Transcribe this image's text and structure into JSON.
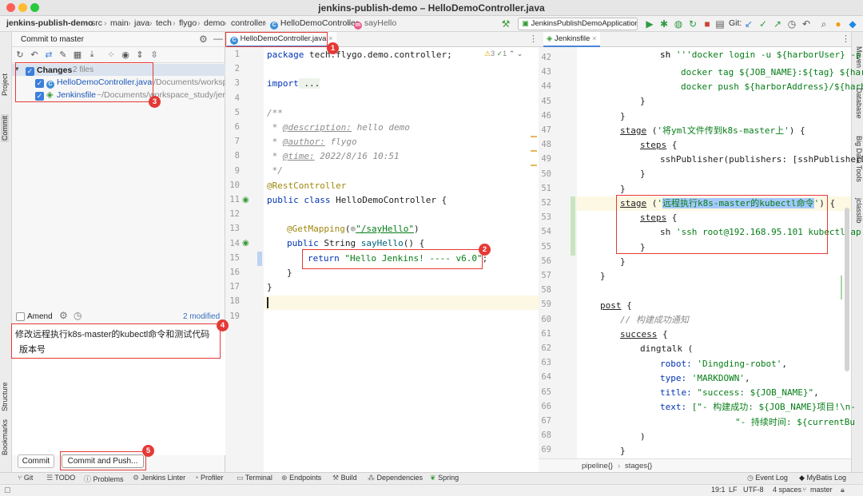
{
  "window": {
    "title": "jenkins-publish-demo – HelloDemoController.java"
  },
  "nav": {
    "project": "jenkins-publish-demo",
    "crumbs": [
      "src",
      "main",
      "java",
      "tech",
      "flygo",
      "demo",
      "controller"
    ],
    "class_crumb": "HelloDemoController",
    "method_crumb": "sayHello",
    "run_config": "JenkinsPublishDemoApplication",
    "git_label": "Git:"
  },
  "left_stripe": {
    "project": "Project",
    "commit": "Commit",
    "structure": "Structure",
    "bookmarks": "Bookmarks"
  },
  "right_stripe": {
    "maven": "Maven",
    "database": "Database",
    "bigdata": "Big Data Tools",
    "jclasslib": "jclasslib"
  },
  "commit_panel": {
    "tab": "Commit to master",
    "changes_label": "Changes",
    "changes_count": "2 files",
    "files": [
      {
        "name": "HelloDemoController.java",
        "path": "~/Documents/workspa"
      },
      {
        "name": "Jenkinsfile",
        "path": "~/Documents/workspace_study/jenk"
      }
    ],
    "amend_label": "Amend",
    "modified": "2 modified",
    "message_line1": "修改远程执行k8s-master的kubectl命令和测试代码",
    "message_line2": "版本号",
    "commit_button": "Commit",
    "commit_push_button": "Commit and Push..."
  },
  "badges": [
    "1",
    "2",
    "3",
    "4",
    "5"
  ],
  "editor_left": {
    "tab": "HelloDemoController.java",
    "warnings": "3",
    "checks": "1",
    "line_numbers": [
      "1",
      "2",
      "3",
      "4",
      "5",
      "6",
      "7",
      "8",
      "9",
      "10",
      "11",
      "12",
      "13",
      "14",
      "15",
      "16",
      "17",
      "18",
      "19"
    ],
    "lines": {
      "l1_kw": "package",
      "l1_rest": " tech.flygo.demo.controller;",
      "l3_kw": "import",
      "l3_rest": " ...",
      "l5": "/**",
      "l6_pre": " * ",
      "l6_tag": "@description:",
      "l6_rest": " hello demo",
      "l7_pre": " * ",
      "l7_tag": "@author:",
      "l7_rest": " flygo",
      "l8_pre": " * ",
      "l8_tag": "@time:",
      "l8_rest": " 2022/8/16 10:51",
      "l9": " */",
      "l10": "@RestController",
      "l11_kw": "public class",
      "l11_rest": " HelloDemoController {",
      "l13_an": "@GetMapping",
      "l13_paren": "(",
      "l13_str": "\"/sayHello\"",
      "l13_end": ")",
      "l14_kw": "public",
      "l14_mid": " String ",
      "l14_fn": "sayHello",
      "l14_end": "() {",
      "l15_kw": "return",
      "l15_str": " \"Hello Jenkins! ---- v6.0\"",
      "l15_end": ";",
      "l16": "}",
      "l17": "}"
    }
  },
  "editor_right": {
    "tab": "Jenkinsfile",
    "line_numbers": [
      "42",
      "43",
      "44",
      "45",
      "46",
      "47",
      "48",
      "49",
      "50",
      "51",
      "52",
      "53",
      "54",
      "55",
      "56",
      "57",
      "58",
      "59",
      "60",
      "61",
      "62",
      "63",
      "64",
      "65",
      "66",
      "67",
      "68",
      "69"
    ],
    "lines": {
      "l42_fn": "sh",
      "l42_str": " '''docker login -u ${harborUser} -p",
      "l43_str": "docker tag ${JOB_NAME}:${tag} ${har",
      "l44_str": "docker push ${harborAddress}/${harb",
      "l45": "}",
      "l46": "}",
      "l47_fn": "stage",
      "l47_pre": " (",
      "l47_str": "'将yml文件传到k8s-master上'",
      "l47_end": ") {",
      "l48_fn": "steps",
      "l48_end": " {",
      "l49_fn": "sshPublisher",
      "l49_rest": "(publishers: [sshPublisherD",
      "l50": "}",
      "l51": "}",
      "l52_fn": "stage",
      "l52_pre": " (",
      "l52_q1": "'",
      "l52_sel": "远程执行k8s-master的kubectl命令",
      "l52_q2": "'",
      "l52_end": ") {",
      "l53_fn": "steps",
      "l53_end": " {",
      "l54_fn": "sh",
      "l54_str": " 'ssh root@192.168.95.101 kubectl ap",
      "l55": "}",
      "l56": "}",
      "l57": "}",
      "l59_fn": "post",
      "l59_end": " {",
      "l60": "// 构建成功通知",
      "l61_fn": "success",
      "l61_end": " {",
      "l62_fn": "dingtalk",
      "l62_end": " (",
      "l63_k": "robot:",
      "l63_v": " 'Dingding-robot'",
      "l63_e": ",",
      "l64_k": "type:",
      "l64_v": " 'MARKDOWN'",
      "l64_e": ",",
      "l65_k": "title:",
      "l65_v": " \"success: ${JOB_NAME}\"",
      "l65_e": ",",
      "l66_k": "text:",
      "l66_v": " [\"- 构建成功: ${JOB_NAME}项目!\\n-",
      "l67_v": "\"- 持续时间: ${currentBu",
      "l68": ")",
      "l69": "}"
    },
    "breadcrumb": [
      "pipeline{}",
      "stages{}"
    ]
  },
  "bottom_tools": [
    "Git",
    "TODO",
    "Problems",
    "Jenkins Linter",
    "Profiler",
    "Terminal",
    "Endpoints",
    "Build",
    "Dependencies",
    "Spring"
  ],
  "bottom_right": {
    "event_log": "Event Log",
    "mybatis_log": "MyBatis Log"
  },
  "status": {
    "position": "19:1",
    "line_sep": "LF",
    "encoding": "UTF-8",
    "indent": "4 spaces",
    "branch": "master"
  },
  "colors": {
    "accent": "#3b7fd9",
    "highlight_red": "#e53935",
    "selection": "#a6c8ff"
  }
}
